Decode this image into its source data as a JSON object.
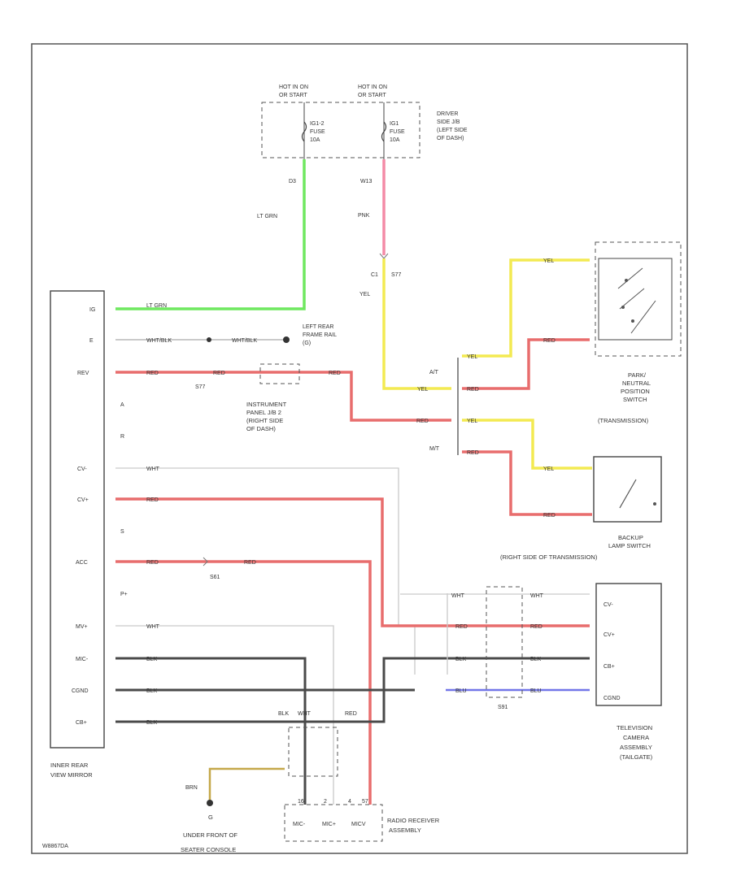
{
  "page_code": "W8867DA",
  "fuse_box": {
    "hot1": [
      "HOT IN ON",
      "OR START"
    ],
    "hot2": [
      "HOT IN ON",
      "OR START"
    ],
    "fuse1": [
      "IG1-2",
      "FUSE",
      "10A"
    ],
    "fuse2": [
      "IG1",
      "FUSE",
      "10A"
    ],
    "caption": [
      "DRIVER",
      "SIDE J/B",
      "(LEFT SIDE",
      "OF DASH)"
    ],
    "pin1": "D3",
    "pin2": "W13"
  },
  "wires": {
    "lt_grn": "LT GRN",
    "lt_grn_short": "LT GRN",
    "pnk": "PNK",
    "c1": "C1",
    "s77": "S77",
    "yel_down": "YEL",
    "whtblk1": "WHT/BLK",
    "whtblk2": "WHT/BLK",
    "red_a": "RED",
    "red_b": "RED",
    "red_c": "RED",
    "s77_b": "S77",
    "wht_cm": "WHT",
    "red_cp": "RED",
    "red_acc1": "RED",
    "red_acc2": "RED",
    "s61": "S61",
    "wht_bp": "WHT",
    "blk_mic": "BLK",
    "blk_gnd": "BLK",
    "blk_cb": "BLK",
    "blk_top": "BLK",
    "wht_top": "WHT",
    "red_top": "RED",
    "brn": "BRN",
    "yel_at": "YEL",
    "red_at": "RED",
    "red_at2": "RED",
    "yel_mt": "YEL",
    "red_mt": "RED",
    "yel_pnp": "YEL",
    "red_pnp": "RED",
    "yel_bk": "YEL",
    "red_bk": "RED",
    "wht_tv": "WHT",
    "wht_tv2": "WHT",
    "red_tv": "RED",
    "red_tv2": "RED",
    "blk_tv": "BLK",
    "blk_tv2": "BLK",
    "blu_tv": "BLU",
    "blu_tv2": "BLU",
    "s91": "S91",
    "at": "A/T",
    "mt": "M/T"
  },
  "mirror": {
    "caption": [
      "INNER REAR",
      "VIEW MIRROR"
    ],
    "pins": [
      "IG",
      "E",
      "REV",
      "A",
      "R",
      "CV-",
      "CV+",
      "S",
      "ACC",
      "P+",
      "MV+",
      "MIC-",
      "CGND",
      "CB+"
    ]
  },
  "ground_frame": [
    "LEFT REAR",
    "FRAME RAIL",
    "(G)"
  ],
  "ip_jb": [
    "INSTRUMENT",
    "PANEL J/B 2",
    "(RIGHT SIDE",
    "OF DASH)"
  ],
  "pnp_switch": [
    "PARK/",
    "NEUTRAL",
    "POSITION",
    "SWITCH",
    "(TRANSMISSION)"
  ],
  "backup_switch": [
    "BACKUP",
    "LAMP SWITCH",
    "(RIGHT SIDE OF TRANSMISSION)"
  ],
  "tv_camera": {
    "caption": [
      "TELEVISION",
      "CAMERA",
      "ASSEMBLY",
      "(TAILGATE)"
    ],
    "pins": [
      "CV-",
      "CV+",
      "CB+",
      "CGND"
    ]
  },
  "radio": {
    "caption": [
      "RADIO RECEIVER",
      "ASSEMBLY"
    ],
    "pins": [
      "MIC-",
      "MIC+",
      "MICV"
    ],
    "pinnums": [
      "16",
      "2",
      "4",
      "57"
    ]
  },
  "ground_seat": [
    "G",
    "UNDER FRONT OF",
    "SEATER CONSOLE"
  ],
  "colors": {
    "lt_grn": "#6fe85f",
    "pink": "#f48aa6",
    "yellow": "#f3ea52",
    "red": "#e86d6d",
    "black": "#4a4a4a",
    "white_wire": "#c9c9c9",
    "blue": "#7276e8",
    "brown": "#c5a84a",
    "frame": "#444444"
  }
}
